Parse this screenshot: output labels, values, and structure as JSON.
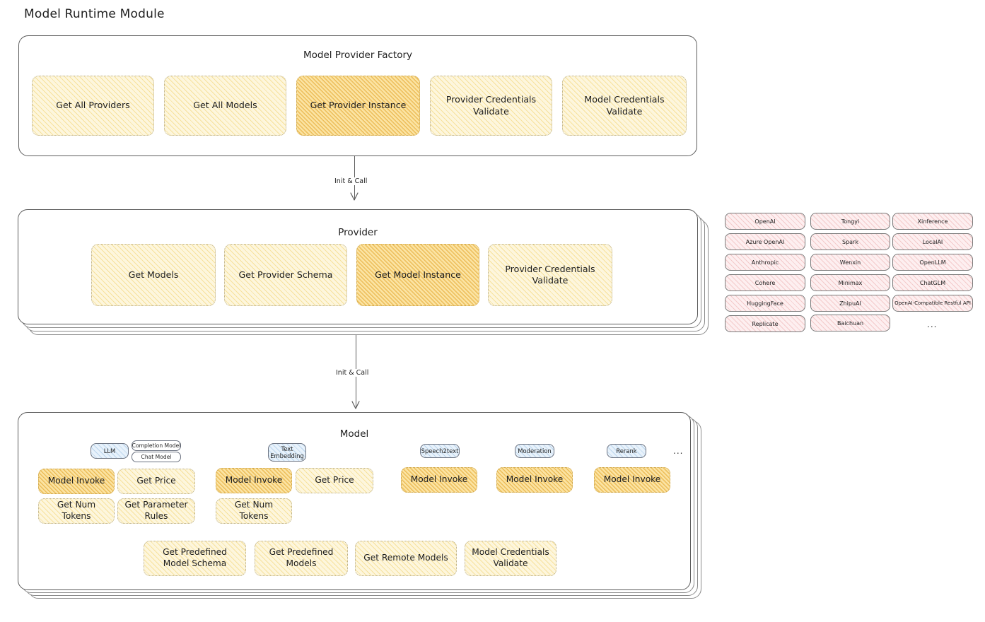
{
  "page": {
    "title": "Model Runtime Module"
  },
  "factory": {
    "title": "Model Provider Factory",
    "methods": [
      {
        "label": "Get All Providers",
        "highlight": false
      },
      {
        "label": "Get All Models",
        "highlight": false
      },
      {
        "label": "Get Provider Instance",
        "highlight": true
      },
      {
        "label": "Provider Credentials Validate",
        "highlight": false
      },
      {
        "label": "Model Credentials Validate",
        "highlight": false
      }
    ]
  },
  "arrows": {
    "factory_to_provider": "Init & Call",
    "provider_to_model": "Init & Call"
  },
  "provider": {
    "title": "Provider",
    "methods": [
      {
        "label": "Get Models",
        "highlight": false
      },
      {
        "label": "Get Provider Schema",
        "highlight": false
      },
      {
        "label": "Get Model Instance",
        "highlight": true
      },
      {
        "label": "Provider Credentials Validate",
        "highlight": false
      }
    ]
  },
  "provider_list": {
    "columns": [
      [
        "OpenAI",
        "Azure OpenAI",
        "Anthropic",
        "Cohere",
        "HuggingFace",
        "Replicate"
      ],
      [
        "Tongyi",
        "Spark",
        "Wenxin",
        "Minimax",
        "ZhipuAI",
        "Baichuan"
      ],
      [
        "Xinference",
        "LocalAI",
        "OpenLLM",
        "ChatGLM",
        "OpenAI-Compatible Restful API"
      ]
    ],
    "more": "..."
  },
  "model": {
    "title": "Model",
    "more": "...",
    "types": [
      {
        "name": "LLM",
        "sub_pills": [
          "Completion Model",
          "Chat Model"
        ],
        "methods": [
          {
            "label": "Model Invoke",
            "highlight": true
          },
          {
            "label": "Get Price",
            "highlight": false
          },
          {
            "label": "Get Num Tokens",
            "highlight": false
          },
          {
            "label": "Get Parameter Rules",
            "highlight": false
          }
        ]
      },
      {
        "name": "Text Embedding",
        "sub_pills": [],
        "methods": [
          {
            "label": "Model Invoke",
            "highlight": true
          },
          {
            "label": "Get Price",
            "highlight": false
          },
          {
            "label": "Get Num Tokens",
            "highlight": false
          }
        ]
      },
      {
        "name": "Speech2text",
        "sub_pills": [],
        "methods": [
          {
            "label": "Model Invoke",
            "highlight": true
          }
        ]
      },
      {
        "name": "Moderation",
        "sub_pills": [],
        "methods": [
          {
            "label": "Model Invoke",
            "highlight": true
          }
        ]
      },
      {
        "name": "Rerank",
        "sub_pills": [],
        "methods": [
          {
            "label": "Model Invoke",
            "highlight": true
          }
        ]
      }
    ],
    "common_methods": [
      "Get Predefined Model Schema",
      "Get Predefined Models",
      "Get Remote Models",
      "Model Credentials Validate"
    ]
  },
  "colors": {
    "hatch_light": "#fdf6dd",
    "hatch_strong": "#fbe3a2",
    "pill_blue": "#e8f2fb",
    "pill_rose": "#fdeff0",
    "stroke": "#5c5c5c",
    "text": "#1e1e1e"
  }
}
